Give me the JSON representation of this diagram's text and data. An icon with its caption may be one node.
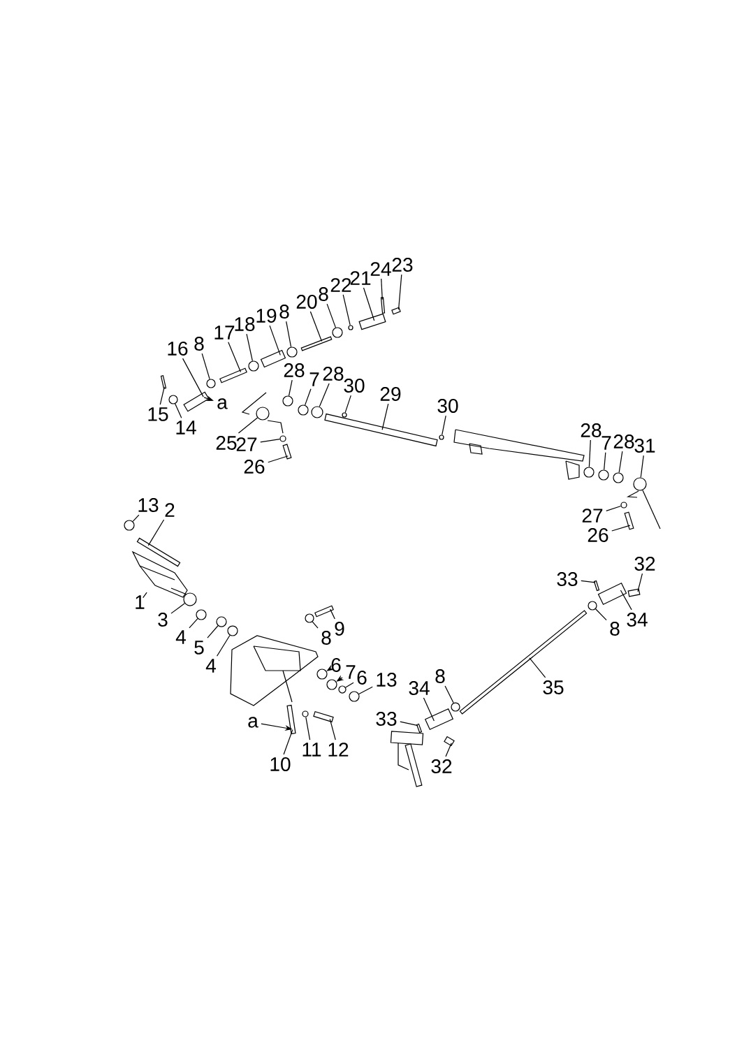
{
  "diagram": {
    "nodes": [
      {
        "text": [
          "23"
        ]
      },
      {
        "text": [
          "24"
        ]
      },
      {
        "text": [
          "21"
        ]
      },
      {
        "text": [
          "22"
        ]
      },
      {
        "text": [
          "8"
        ]
      },
      {
        "text": [
          "20"
        ]
      },
      {
        "text": [
          "8"
        ]
      },
      {
        "text": [
          "19"
        ]
      },
      {
        "text": [
          "18"
        ]
      },
      {
        "text": [
          "17"
        ]
      },
      {
        "text": [
          "8"
        ]
      },
      {
        "text": [
          "16"
        ]
      },
      {
        "text": [
          "28"
        ]
      },
      {
        "text": [
          "28"
        ]
      },
      {
        "text": [
          "7"
        ]
      },
      {
        "text": [
          "30"
        ]
      },
      {
        "text": [
          "29"
        ]
      },
      {
        "text": [
          "a"
        ]
      },
      {
        "text": [
          "30"
        ]
      },
      {
        "text": [
          "15"
        ]
      },
      {
        "text": [
          "14"
        ]
      },
      {
        "text": [
          "28"
        ]
      },
      {
        "text": [
          "7"
        ]
      },
      {
        "text": [
          "28"
        ]
      },
      {
        "text": [
          "31"
        ]
      },
      {
        "text": [
          "25"
        ]
      },
      {
        "text": [
          "27"
        ]
      },
      {
        "text": [
          "26"
        ]
      },
      {
        "text": [
          "13"
        ]
      },
      {
        "text": [
          "2"
        ]
      },
      {
        "text": [
          "27"
        ]
      },
      {
        "text": [
          "26"
        ]
      },
      {
        "text": [
          "32"
        ]
      },
      {
        "text": [
          "33"
        ]
      },
      {
        "text": [
          "1"
        ]
      },
      {
        "text": [
          "34"
        ]
      },
      {
        "text": [
          "3"
        ]
      },
      {
        "text": [
          "8"
        ]
      },
      {
        "text": [
          "9"
        ]
      },
      {
        "text": [
          "8"
        ]
      },
      {
        "text": [
          "4"
        ]
      },
      {
        "text": [
          "5"
        ]
      },
      {
        "text": [
          "4"
        ]
      },
      {
        "text": [
          "6"
        ]
      },
      {
        "text": [
          "7"
        ]
      },
      {
        "text": [
          "6"
        ]
      },
      {
        "text": [
          "13"
        ]
      },
      {
        "text": [
          "8"
        ]
      },
      {
        "text": [
          "35"
        ]
      },
      {
        "text": [
          "34"
        ]
      },
      {
        "text": [
          "33"
        ]
      },
      {
        "text": [
          "a"
        ]
      },
      {
        "text": [
          "11"
        ]
      },
      {
        "text": [
          "12"
        ]
      },
      {
        "text": [
          "10"
        ]
      },
      {
        "text": [
          "32"
        ]
      },
      {
        "text": [],
        "shape": "box"
      },
      {
        "text": [],
        "shape": "box"
      },
      {
        "text": [],
        "shape": "box"
      },
      {
        "text": [],
        "shape": "circle"
      },
      {
        "text": [],
        "shape": "circle"
      },
      {
        "text": [],
        "shape": "box"
      },
      {
        "text": [],
        "shape": "circle"
      },
      {
        "text": [],
        "shape": "box"
      },
      {
        "text": [],
        "shape": "circle"
      },
      {
        "text": [],
        "shape": "box"
      },
      {
        "text": [],
        "shape": "circle"
      },
      {
        "text": [],
        "shape": "box"
      },
      {
        "text": [],
        "shape": "circle"
      },
      {
        "text": [],
        "shape": "circle"
      },
      {
        "text": [],
        "shape": "circle"
      },
      {
        "text": [],
        "shape": "circle"
      },
      {
        "text": [],
        "shape": "box"
      },
      {
        "text": [],
        "shape": "circle"
      },
      {
        "text": [],
        "shape": "box"
      },
      {
        "text": [],
        "shape": "circle"
      },
      {
        "text": [],
        "shape": "circle"
      },
      {
        "text": [],
        "shape": "circle"
      },
      {
        "text": [],
        "shape": "circle"
      },
      {
        "text": [],
        "shape": "circle"
      },
      {
        "text": [],
        "shape": "circle"
      },
      {
        "text": [],
        "shape": "circle"
      },
      {
        "text": [],
        "shape": "box"
      },
      {
        "text": [],
        "shape": "circle"
      },
      {
        "text": [],
        "shape": "box"
      },
      {
        "text": [],
        "shape": "circle"
      },
      {
        "text": [],
        "shape": "box"
      },
      {
        "text": [],
        "shape": "box"
      },
      {
        "text": [],
        "shape": "box"
      },
      {
        "text": [],
        "shape": "picture"
      },
      {
        "text": [],
        "shape": "box"
      },
      {
        "text": [],
        "shape": "circle"
      },
      {
        "text": [],
        "shape": "circle"
      },
      {
        "text": [],
        "shape": "box"
      },
      {
        "text": [],
        "shape": "circle"
      },
      {
        "text": [],
        "shape": "circle"
      },
      {
        "text": [],
        "shape": "circle"
      },
      {
        "text": [],
        "shape": "circle"
      },
      {
        "text": [],
        "shape": "circle"
      },
      {
        "text": [],
        "shape": "circle"
      },
      {
        "text": [],
        "shape": "circle"
      },
      {
        "text": [],
        "shape": "circle"
      },
      {
        "text": [],
        "shape": "circle"
      },
      {
        "text": [],
        "shape": "box"
      },
      {
        "text": [],
        "shape": "box"
      },
      {
        "text": [],
        "shape": "box"
      },
      {
        "text": [],
        "shape": "circle"
      },
      {
        "text": [],
        "shape": "box"
      },
      {
        "text": [],
        "shape": "box"
      },
      {
        "text": [],
        "shape": "box"
      },
      {
        "text": [],
        "shape": "picture"
      }
    ],
    "edges": [
      {
        "from": 0,
        "to": 56,
        "arrow": "none"
      },
      {
        "from": 1,
        "to": 57,
        "arrow": "none"
      },
      {
        "from": 2,
        "to": 58,
        "arrow": "none"
      },
      {
        "from": 3,
        "to": 59,
        "arrow": "none"
      },
      {
        "from": 4,
        "to": 60,
        "arrow": "none"
      },
      {
        "from": 5,
        "to": 61,
        "arrow": "none"
      },
      {
        "from": 6,
        "to": 62,
        "arrow": "none"
      },
      {
        "from": 7,
        "to": 63,
        "arrow": "none"
      },
      {
        "from": 8,
        "to": 64,
        "arrow": "none"
      },
      {
        "from": 9,
        "to": 65,
        "arrow": "none"
      },
      {
        "from": 10,
        "to": 66,
        "arrow": "none"
      },
      {
        "from": 11,
        "to": 67,
        "arrow": "none"
      },
      {
        "from": 12,
        "to": 68,
        "arrow": "none"
      },
      {
        "from": 13,
        "to": 69,
        "arrow": "none"
      },
      {
        "from": 14,
        "to": 70,
        "arrow": "none"
      },
      {
        "from": 15,
        "to": 71,
        "arrow": "none"
      },
      {
        "from": 16,
        "to": 72,
        "arrow": "none"
      },
      {
        "from": 67,
        "to": 17,
        "arrow": "to"
      },
      {
        "from": 18,
        "to": 73,
        "arrow": "none"
      },
      {
        "from": 19,
        "to": 74,
        "arrow": "none"
      },
      {
        "from": 20,
        "to": 75,
        "arrow": "none"
      },
      {
        "from": 21,
        "to": 76,
        "arrow": "none"
      },
      {
        "from": 22,
        "to": 77,
        "arrow": "none"
      },
      {
        "from": 23,
        "to": 78,
        "arrow": "none"
      },
      {
        "from": 24,
        "to": 79,
        "arrow": "none"
      },
      {
        "from": 25,
        "to": 80,
        "arrow": "none"
      },
      {
        "from": 26,
        "to": 81,
        "arrow": "none"
      },
      {
        "from": 27,
        "to": 82,
        "arrow": "none"
      },
      {
        "from": 28,
        "to": 83,
        "arrow": "none"
      },
      {
        "from": 29,
        "to": 84,
        "arrow": "none"
      },
      {
        "from": 30,
        "to": 85,
        "arrow": "none"
      },
      {
        "from": 31,
        "to": 86,
        "arrow": "none"
      },
      {
        "from": 32,
        "to": 87,
        "arrow": "none"
      },
      {
        "from": 33,
        "to": 88,
        "arrow": "none"
      },
      {
        "from": 34,
        "to": 89,
        "arrow": "none"
      },
      {
        "from": 35,
        "to": 90,
        "arrow": "none"
      },
      {
        "from": 36,
        "to": 91,
        "arrow": "none"
      },
      {
        "from": 37,
        "to": 92,
        "arrow": "none"
      },
      {
        "from": 38,
        "to": 93,
        "arrow": "none"
      },
      {
        "from": 39,
        "to": 94,
        "arrow": "none"
      },
      {
        "from": 40,
        "to": 95,
        "arrow": "none"
      },
      {
        "from": 41,
        "to": 96,
        "arrow": "none"
      },
      {
        "from": 42,
        "to": 97,
        "arrow": "none"
      },
      {
        "from": 43,
        "to": 98,
        "arrow": "to"
      },
      {
        "from": 44,
        "to": 99,
        "arrow": "to"
      },
      {
        "from": 45,
        "to": 100,
        "arrow": "none"
      },
      {
        "from": 46,
        "to": 101,
        "arrow": "none"
      },
      {
        "from": 47,
        "to": 102,
        "arrow": "none"
      },
      {
        "from": 48,
        "to": 103,
        "arrow": "none"
      },
      {
        "from": 49,
        "to": 104,
        "arrow": "none"
      },
      {
        "from": 50,
        "to": 105,
        "arrow": "none"
      },
      {
        "from": 51,
        "to": 108,
        "arrow": "to"
      },
      {
        "from": 52,
        "to": 106,
        "arrow": "none"
      },
      {
        "from": 53,
        "to": 107,
        "arrow": "none"
      },
      {
        "from": 54,
        "to": 108,
        "arrow": "none"
      },
      {
        "from": 55,
        "to": 109,
        "arrow": "none"
      }
    ]
  }
}
